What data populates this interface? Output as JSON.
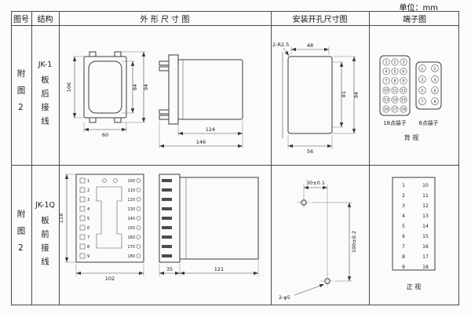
{
  "unit_label": "单位：mm",
  "headers": {
    "fig_no": "图号",
    "structure": "结构",
    "outline": "外 形 尺 寸 图",
    "mounting": "安装开孔尺寸图",
    "terminal": "端子图"
  },
  "row1": {
    "fig_no": "附图2",
    "model": "JK-1",
    "wiring": "板后接线",
    "outline_dims": {
      "front_height": "106",
      "front_inner_height": "84",
      "front_outer_height": "94",
      "front_width": "60",
      "side_body_depth": "124",
      "side_total_depth": "146"
    },
    "mounting_dims": {
      "corner_radius": "2-R2.5",
      "top_width": "48",
      "inner_height": "81",
      "outer_height": "94",
      "bottom_width": "56"
    },
    "terminal": {
      "t18": [
        "1",
        "2",
        "3",
        "4",
        "5",
        "6",
        "7",
        "8",
        "9",
        "10",
        "11",
        "12",
        "13",
        "14",
        "15",
        "16",
        "17",
        "18"
      ],
      "t8": [
        "1",
        "2",
        "3",
        "4",
        "5",
        "6",
        "7",
        "8"
      ],
      "label_18": "18点端子",
      "label_8": "8点端子",
      "view_label": "背 视"
    }
  },
  "row2": {
    "fig_no": "附图2",
    "model": "JK-1Q",
    "wiring": "板前接线",
    "outline_dims": {
      "front_height": "118",
      "front_width": "102",
      "side_strip_depth": "35",
      "side_body_depth": "121"
    },
    "front_left_terminals": [
      "1",
      "2",
      "3",
      "4",
      "5",
      "6",
      "7",
      "8",
      "9"
    ],
    "front_right_terminals": [
      "100",
      "110",
      "120",
      "130",
      "140",
      "150",
      "160",
      "170",
      "180"
    ],
    "mounting_dims": {
      "hole_spacing_h": "30±0.1",
      "hole_spacing_v": "100±0.2",
      "hole_size": "2-φ5"
    },
    "terminal": {
      "left": [
        "1",
        "2",
        "3",
        "4",
        "5",
        "6",
        "7",
        "8",
        "9"
      ],
      "right": [
        "10",
        "11",
        "12",
        "13",
        "14",
        "15",
        "16",
        "17",
        "18"
      ],
      "view_label": "正 视"
    }
  }
}
